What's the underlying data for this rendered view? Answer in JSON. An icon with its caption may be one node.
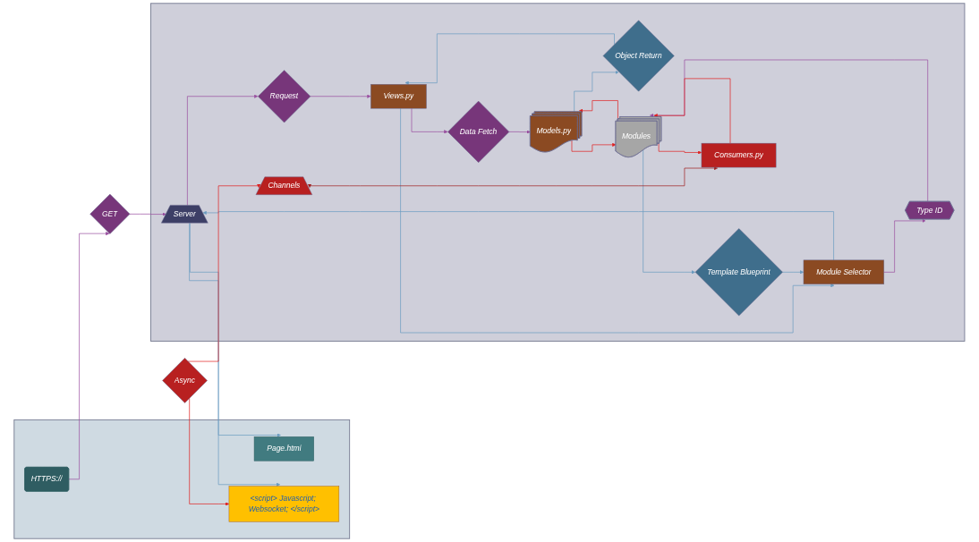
{
  "diagram": {
    "nodes": [
      {
        "text": [],
        "shape": "box"
      },
      {
        "text": [
          "HTTPS://"
        ],
        "in": 0
      },
      {
        "text": [
          "Page.html"
        ],
        "in": 0
      },
      {
        "text": [
          "<script> Javascript; Websocket; </script>"
        ],
        "in": 0
      },
      {
        "text": [],
        "shape": "box"
      },
      {
        "text": [
          "GET"
        ]
      },
      {
        "text": [
          "Server"
        ],
        "in": 4
      },
      {
        "text": [
          "Request"
        ],
        "in": 4
      },
      {
        "text": [
          "Views.py"
        ],
        "in": 4
      },
      {
        "text": [
          "Data Fetch"
        ],
        "in": 4
      },
      {
        "text": [
          "Object Return"
        ],
        "in": 4
      },
      {
        "text": [
          "Models.py"
        ],
        "in": 4
      },
      {
        "text": [
          "Module Selector"
        ],
        "in": 4
      },
      {
        "text": [
          "Type ID"
        ],
        "in": 4
      },
      {
        "text": [
          "Modules"
        ],
        "in": 4
      },
      {
        "text": [
          "Template Blueprint"
        ],
        "in": 4
      },
      {
        "text": [
          "Async"
        ]
      },
      {
        "text": [
          "Channels"
        ],
        "in": 4
      },
      {
        "text": [
          "Consumers.py"
        ],
        "in": 4
      }
    ],
    "edges": [
      {
        "from": 1,
        "to": 5,
        "arrow": "to",
        "color": "#9a4fa0"
      },
      {
        "from": 5,
        "to": 6,
        "arrow": "to",
        "color": "#9a4fa0"
      },
      {
        "from": 6,
        "to": 7,
        "arrow": "to",
        "color": "#9a4fa0"
      },
      {
        "from": 7,
        "to": 8,
        "arrow": "to",
        "color": "#9a4fa0"
      },
      {
        "from": 8,
        "to": 9,
        "arrow": "to",
        "color": "#9a4fa0"
      },
      {
        "from": 9,
        "to": 11,
        "arrow": "to",
        "color": "#9a4fa0"
      },
      {
        "from": 11,
        "to": 10,
        "arrow": "to",
        "color": "#6a9cc0"
      },
      {
        "from": 10,
        "to": 8,
        "arrow": "to",
        "color": "#6a9cc0"
      },
      {
        "from": 8,
        "to": 12,
        "arrow": "to",
        "color": "#6a9cc0"
      },
      {
        "from": 12,
        "to": 13,
        "arrow": "to",
        "color": "#9a4fa0"
      },
      {
        "from": 13,
        "to": 14,
        "arrow": "to",
        "color": "#9a4fa0"
      },
      {
        "from": 14,
        "to": 15,
        "arrow": "to",
        "color": "#6a9cc0"
      },
      {
        "from": 15,
        "to": 12,
        "arrow": "to",
        "color": "#6a9cc0"
      },
      {
        "from": 12,
        "to": 6,
        "arrow": "to",
        "color": "#6a9cc0"
      },
      {
        "from": 6,
        "to": 2,
        "arrow": "to",
        "color": "#6a9cc0"
      },
      {
        "from": 6,
        "to": 3,
        "arrow": "to",
        "color": "#6a9cc0"
      },
      {
        "from": 14,
        "to": 11,
        "arrow": "to",
        "color": "#e02020"
      },
      {
        "from": 11,
        "to": 14,
        "arrow": "to",
        "color": "#e02020"
      },
      {
        "from": 16,
        "to": 3,
        "arrow": "to",
        "color": "#e02020"
      },
      {
        "from": 16,
        "to": 17,
        "arrow": "to",
        "color": "#e02020"
      },
      {
        "from": 17,
        "to": 18,
        "arrow": "both",
        "color": "#a02020"
      },
      {
        "from": 18,
        "to": 14,
        "arrow": "to",
        "color": "#e02020"
      },
      {
        "from": 14,
        "to": 18,
        "arrow": "to",
        "color": "#e02020"
      }
    ]
  }
}
